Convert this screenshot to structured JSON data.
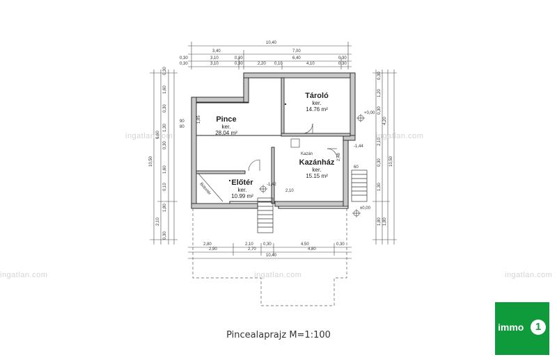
{
  "caption": "Pincealaprajz M=1:100",
  "watermark": "ingatlan.com",
  "logo": {
    "text": "immo",
    "digit": "1",
    "color": "#0f9b3c"
  },
  "rooms": {
    "pince": {
      "name": "Pince",
      "sub": "ker.",
      "area": "28,04 m²"
    },
    "tarolo": {
      "name": "Tároló",
      "sub": "ker.",
      "area": "14.76 m²"
    },
    "kazanhaz": {
      "name": "Kazánház",
      "sub": "ker.",
      "area": "15.15 m²"
    },
    "eloter": {
      "name": "Előtér",
      "sub": "ker.",
      "area": "10.99 m²"
    },
    "butor": {
      "name": "Bútortér"
    },
    "kazan": {
      "name": "Kazán"
    }
  },
  "top_dims": {
    "row1": "10,40",
    "row2": [
      "3,40",
      "7,00"
    ],
    "row3": [
      "0,30",
      "3,10",
      "0,30",
      "6,40",
      "0,30"
    ],
    "row4": [
      "0,30",
      "3,10",
      "0,30",
      "2,20",
      "0,10",
      "4,10",
      "0,30"
    ]
  },
  "bottom_dims": {
    "row1": [
      "2,80",
      "2,10",
      "0,30",
      "4,50",
      "0,30"
    ],
    "row2": [
      "2,90",
      "2,70",
      "4,80"
    ],
    "row3": "10,40"
  },
  "left_dims": {
    "outer": "10,50",
    "mid": [
      "6,60",
      "2,10"
    ],
    "inner": [
      "0,30",
      "1,60",
      "0,30",
      "1,30",
      "0,30",
      "1,60",
      "0,10",
      "1,80",
      "0,30"
    ]
  },
  "right_dims": {
    "outer": "10,50",
    "mid": [
      "4,20",
      "1,80"
    ],
    "inner": [
      "0,30",
      "1,20",
      "0,30",
      "2,10",
      "0,30",
      "1,30",
      "1,80"
    ]
  },
  "levels": [
    "+0,00",
    "-1,44",
    "-1,42",
    "±0,00"
  ],
  "openings": [
    "90",
    "80",
    "60",
    "1,85",
    "2,10",
    "2,48"
  ]
}
